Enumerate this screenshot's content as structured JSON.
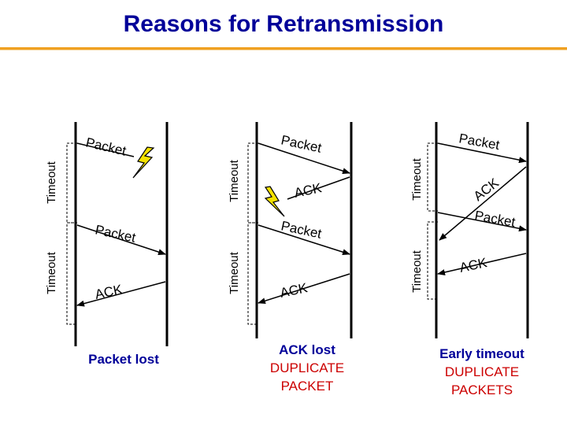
{
  "title": "Reasons for Retransmission",
  "colors": {
    "title": "#000099",
    "rule": "#f0a020",
    "caption_main": "#000099",
    "caption_sub": "#cc0000",
    "bolt": "#f4e200"
  },
  "icons": [
    "lightning-bolt-icon"
  ],
  "scenarios": [
    {
      "caption": "Packet lost",
      "timeout_labels": [
        "Timeout",
        "Timeout"
      ],
      "messages": [
        "Packet",
        "Packet",
        "ACK"
      ]
    },
    {
      "caption": "ACK lost",
      "caption_sub": [
        "DUPLICATE",
        "PACKET"
      ],
      "timeout_labels": [
        "Timeout",
        "Timeout"
      ],
      "messages": [
        "Packet",
        "ACK",
        "Packet",
        "ACK"
      ]
    },
    {
      "caption": "Early timeout",
      "caption_sub": [
        "DUPLICATE",
        "PACKETS"
      ],
      "timeout_labels": [
        "Timeout",
        "Timeout"
      ],
      "messages": [
        "Packet",
        "ACK",
        "Packet",
        "ACK"
      ]
    }
  ]
}
